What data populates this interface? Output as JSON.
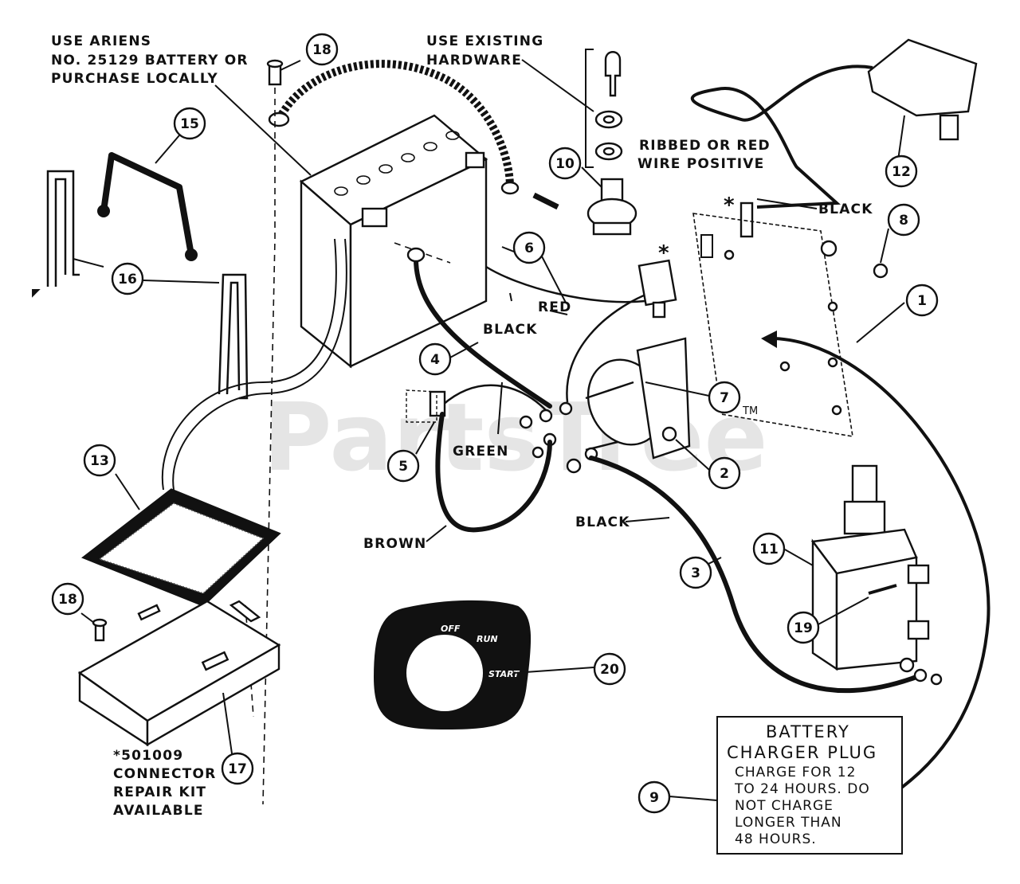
{
  "watermark": "PartsTree",
  "trademark": "TM",
  "callouts": [
    "1",
    "2",
    "3",
    "4",
    "5",
    "6",
    "7",
    "8",
    "9",
    "10",
    "11",
    "12",
    "13",
    "15",
    "16",
    "17",
    "18",
    "19",
    "20"
  ],
  "labels": {
    "use_ariens": [
      "USE ARIENS",
      "NO. 25129 BATTERY OR",
      "PURCHASE LOCALLY"
    ],
    "use_existing": [
      "USE EXISTING",
      "HARDWARE"
    ],
    "ribbed": [
      "RIBBED OR RED",
      "WIRE POSITIVE"
    ],
    "black_12": "BLACK",
    "red": "RED",
    "black_4": "BLACK",
    "green": "GREEN",
    "brown": "BROWN",
    "black_3": "BLACK",
    "asterisk": "*",
    "connector_note": [
      "*501009",
      "CONNECTOR",
      "REPAIR KIT",
      "AVAILABLE"
    ]
  },
  "ignition_plate": {
    "off": "OFF",
    "run": "RUN",
    "start": "START"
  },
  "charger_box": {
    "title": [
      "BATTERY",
      "CHARGER PLUG"
    ],
    "body": [
      "CHARGE FOR 12",
      "TO 24 HOURS. DO",
      "NOT CHARGE",
      "LONGER THAN",
      "48 HOURS."
    ]
  }
}
